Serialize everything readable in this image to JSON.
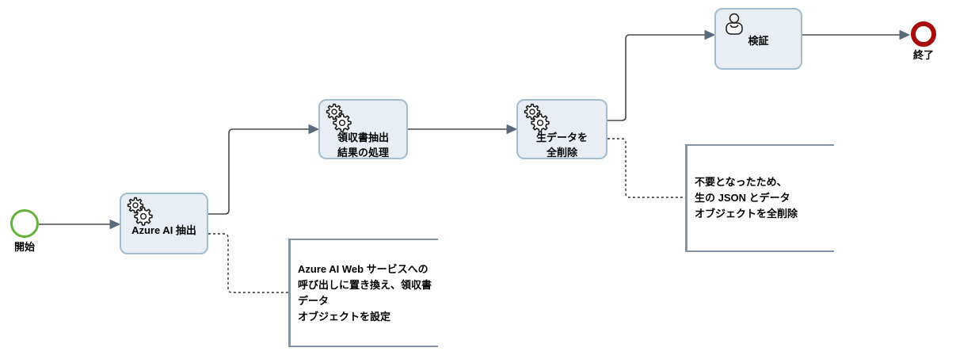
{
  "colors": {
    "background": "#ffffff",
    "task_fill": "#e8eef4",
    "task_border": "#a2bccf",
    "start_event_border": "#64b23c",
    "end_event_border": "#a80d0d",
    "flow_line": "#484848",
    "arrowhead": "#5b6b7b",
    "annotation_border": "#8494a4",
    "icon_stroke": "#1c1c1c",
    "label_color": "#000000"
  },
  "events": {
    "start": {
      "label": "開始"
    },
    "end": {
      "label": "終了"
    }
  },
  "tasks": {
    "azure_extract": {
      "icon": "service-gears-icon",
      "lines": [
        "Azure AI 抽出"
      ]
    },
    "process_results": {
      "icon": "service-gears-icon",
      "lines": [
        "領収書抽出",
        "結果の処理"
      ]
    },
    "delete_raw": {
      "icon": "service-gears-icon",
      "lines": [
        "生データを",
        "全削除"
      ]
    },
    "verify": {
      "icon": "user-icon",
      "lines": [
        "検証"
      ]
    }
  },
  "annotations": {
    "azure_note": {
      "lines": [
        "Azure AI Web サービスへの",
        "呼び出しに置き換え、領収書データ",
        "オブジェクトを設定"
      ]
    },
    "delete_note": {
      "lines": [
        "不要となったため、",
        "生の JSON とデータ",
        "オブジェクトを全削除"
      ]
    }
  }
}
